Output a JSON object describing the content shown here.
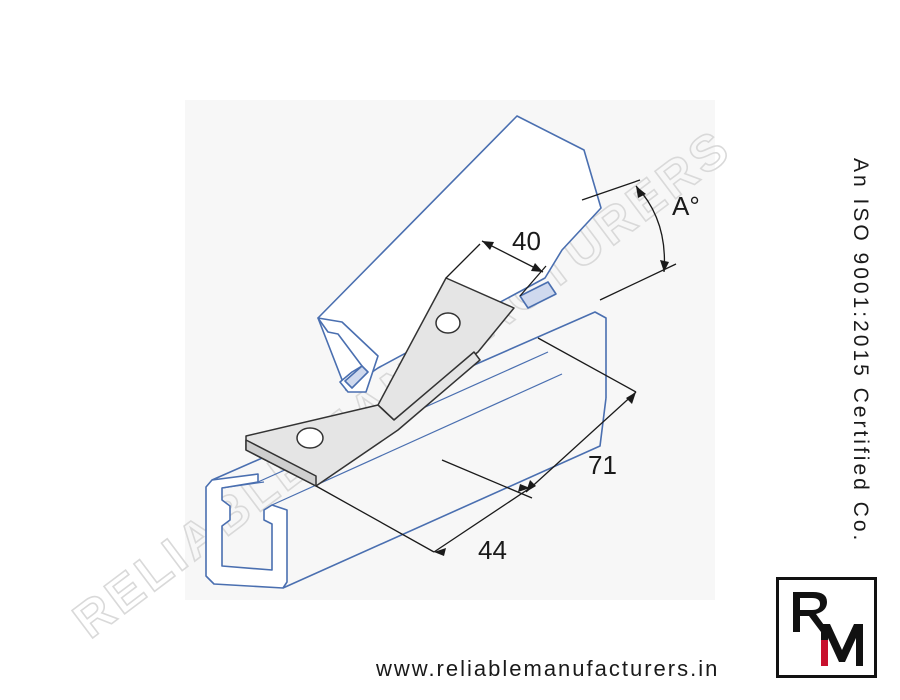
{
  "drawing": {
    "dimensions": {
      "width_top": "40",
      "angle": "A°",
      "length": "71",
      "width_base": "44"
    }
  },
  "watermark": {
    "text": "RELIABLE MANUFACTURERS"
  },
  "certification": {
    "text": "An ISO 9001:2015 Certified Co."
  },
  "footer": {
    "website": "www.reliablemanufacturers.in"
  },
  "logo": {
    "letters": "RM"
  },
  "colors": {
    "channel_outline": "#4a6fb0",
    "channel_fill": "#ffffff",
    "bracket_fill": "#e5e5e5",
    "bracket_outline": "#333333",
    "dimension_lines": "#1a1a1a",
    "watermark": "#d9d9d9",
    "logo_accent": "#c8102e"
  }
}
